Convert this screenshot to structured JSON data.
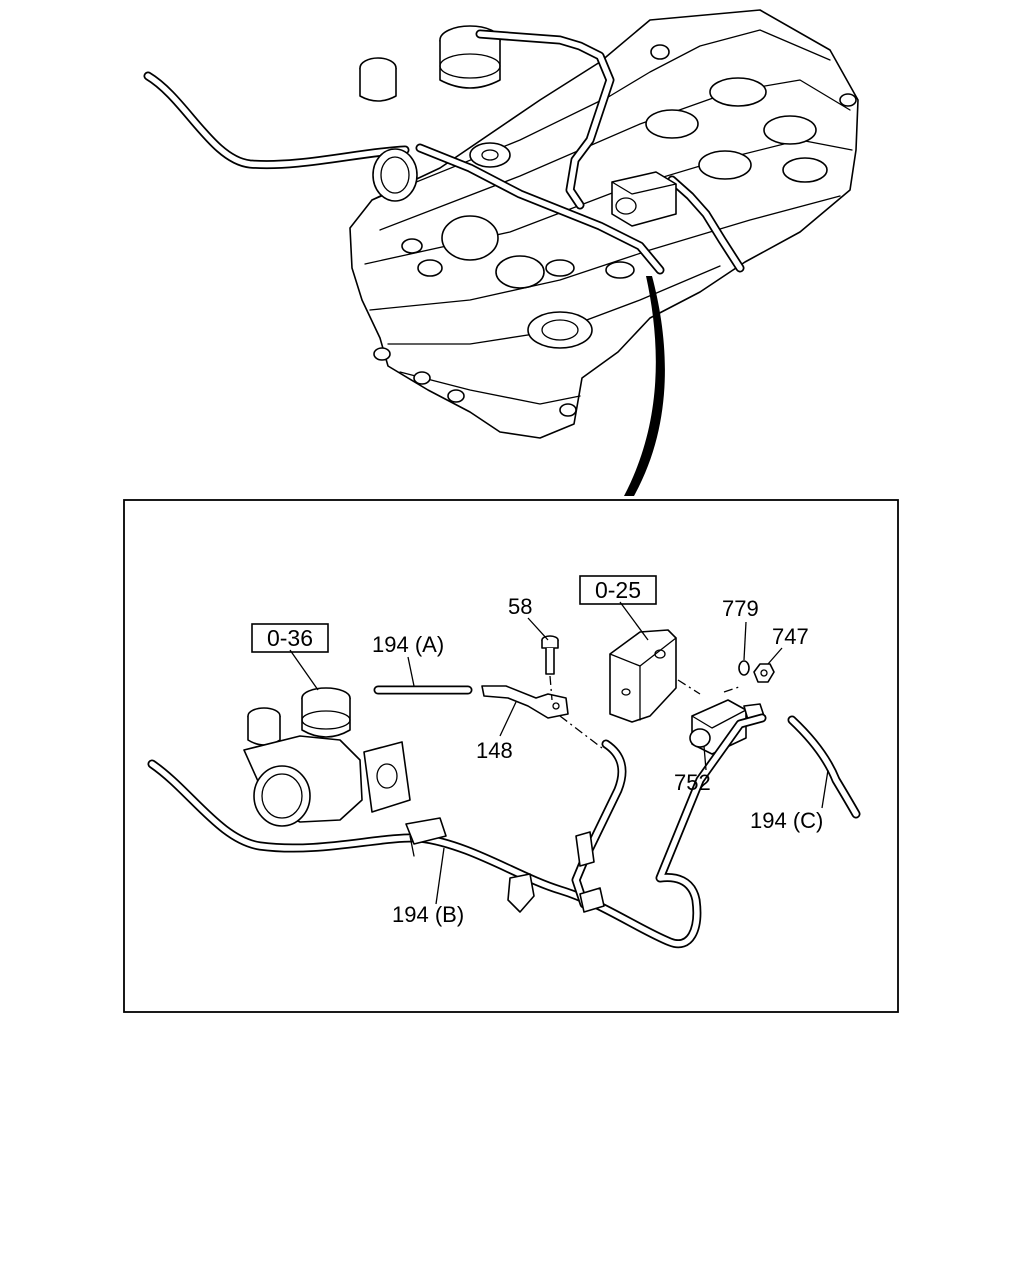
{
  "callouts": {
    "ref_turbo": "0-36",
    "ref_solenoid": "0-25",
    "hose_a": "194 (A)",
    "hose_b": "194 (B)",
    "hose_c": "194 (C)",
    "bolt": "58",
    "bracket": "148",
    "solenoid": "752",
    "washer": "779",
    "nut": "747"
  }
}
